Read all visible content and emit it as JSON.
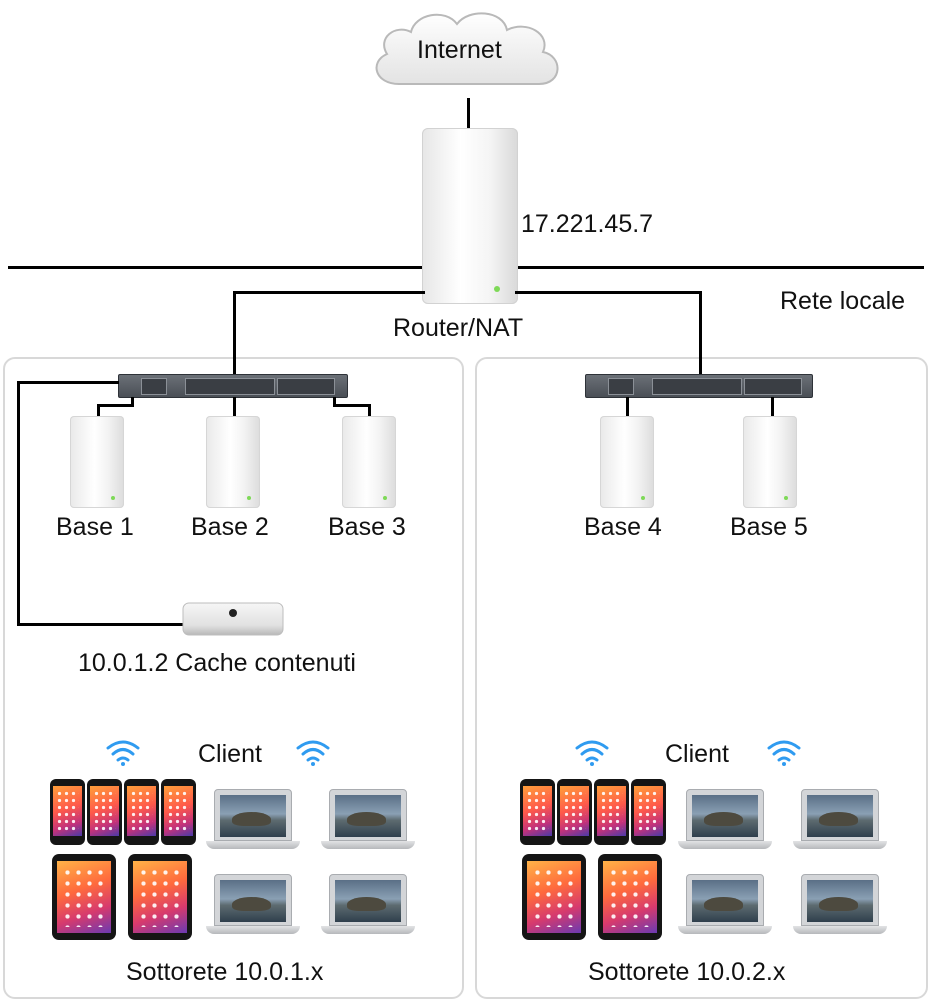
{
  "labels": {
    "internet": "Internet",
    "router_ip": "17.221.45.7",
    "router": "Router/NAT",
    "lan": "Rete locale",
    "base1": "Base 1",
    "base2": "Base 2",
    "base3": "Base 3",
    "base4": "Base 4",
    "base5": "Base 5",
    "cache": "10.0.1.2 Cache contenuti",
    "client_left": "Client",
    "client_right": "Client",
    "subnet_left": "Sottorete 10.0.1.x",
    "subnet_right": "Sottorete 10.0.2.x"
  },
  "icons": {
    "cloud": "cloud-icon",
    "router": "router-icon",
    "switch": "network-switch-icon",
    "base_station": "base-station-icon",
    "mac_mini": "mac-mini-icon",
    "wifi": "wifi-icon",
    "phone": "iphone-icon",
    "tablet": "ipad-icon",
    "laptop": "laptop-icon"
  },
  "colors": {
    "wifi": "#2f9bf0",
    "line": "#000000",
    "panel_border": "#d8d8d8",
    "led": "#7ed957"
  }
}
